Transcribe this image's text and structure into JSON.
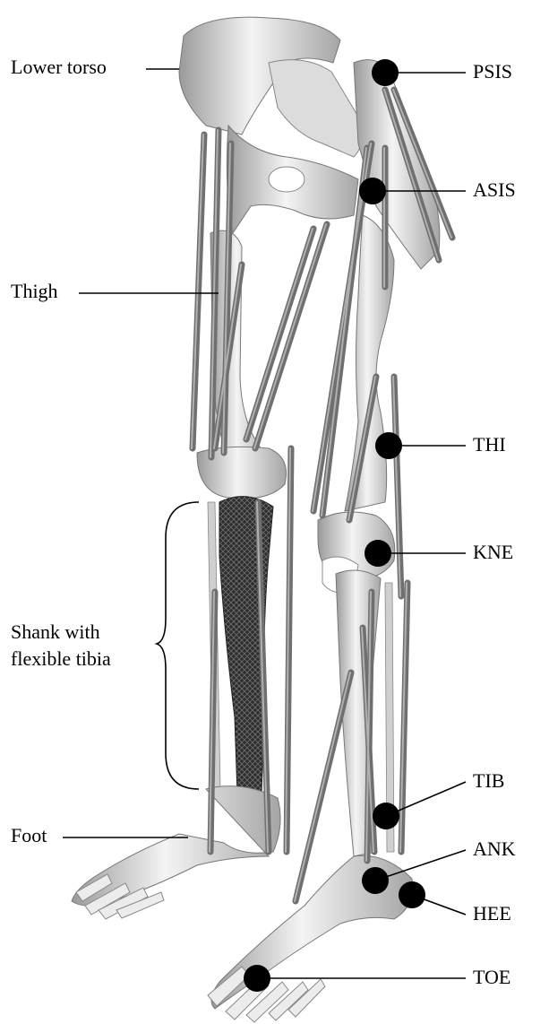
{
  "left_labels": {
    "lower_torso": "Lower torso",
    "thigh": "Thigh",
    "shank_line1": "Shank with",
    "shank_line2": "flexible tibia",
    "foot": "Foot"
  },
  "markers": [
    {
      "id": "psis",
      "label": "PSIS"
    },
    {
      "id": "asis",
      "label": "ASIS"
    },
    {
      "id": "thi",
      "label": "THI"
    },
    {
      "id": "kne",
      "label": "KNE"
    },
    {
      "id": "tib",
      "label": "TIB"
    },
    {
      "id": "ank",
      "label": "ANK"
    },
    {
      "id": "hee",
      "label": "HEE"
    },
    {
      "id": "toe",
      "label": "TOE"
    }
  ],
  "colors": {
    "bone": "#e8e8e8",
    "bone_shadow": "#a8a8a8",
    "muscle_rod": "#8a8a8a",
    "tibia_mesh": "#3c3c3c",
    "marker": "#000000",
    "line": "#000000"
  }
}
